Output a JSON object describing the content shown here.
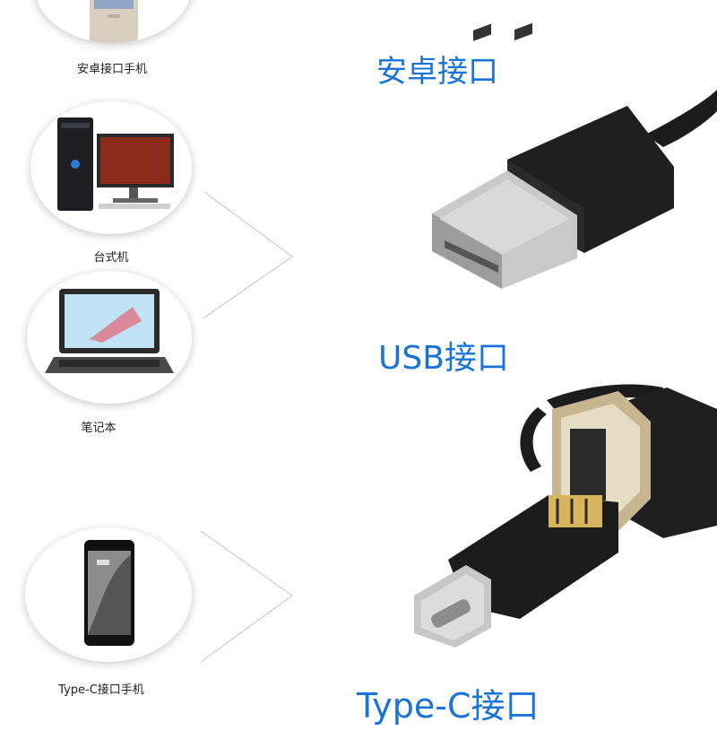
{
  "devices": [
    {
      "label": "安卓接口手机",
      "icon": "android-phone-icon"
    },
    {
      "label": "台式机",
      "icon": "desktop-computer-icon"
    },
    {
      "label": "笔记本",
      "icon": "laptop-icon"
    },
    {
      "label": "Type-C接口手机",
      "icon": "typec-phone-icon"
    }
  ],
  "interfaces": [
    {
      "label": "安卓接口"
    },
    {
      "label": "USB接口"
    },
    {
      "label": "Type-C接口"
    }
  ],
  "colors": {
    "accent": "#1a73d9",
    "cable": "#1c1c1c",
    "metal": "#c9c9c9"
  }
}
